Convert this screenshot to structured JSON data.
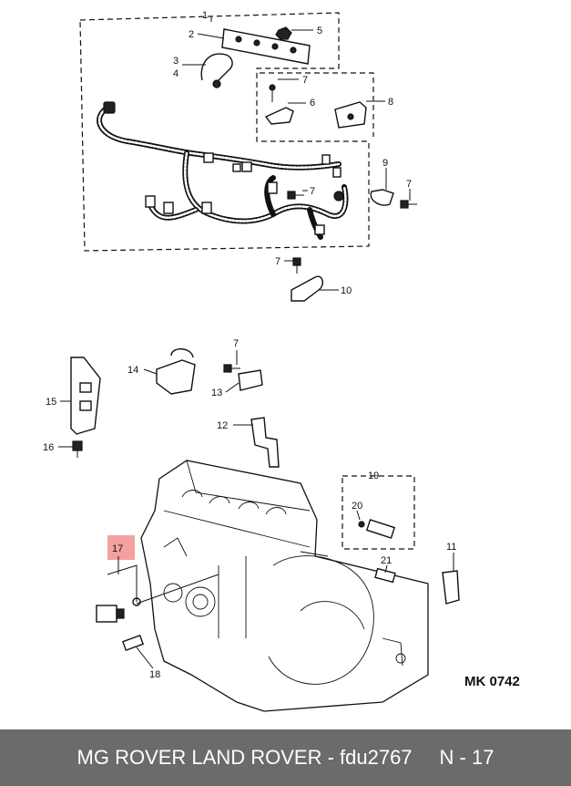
{
  "diagram": {
    "callouts": {
      "c1": "1",
      "c2": "2",
      "c3": "3",
      "c4": "4",
      "c5": "5",
      "c6": "6",
      "c7a": "7",
      "c7b": "7",
      "c7c": "7",
      "c7d": "7",
      "c7e": "7",
      "c8": "8",
      "c9": "9",
      "c10": "10",
      "c11": "11",
      "c12": "12",
      "c13": "13",
      "c14": "14",
      "c15": "15",
      "c16": "16",
      "c17": "17",
      "c18": "18",
      "c19": "19",
      "c20": "20",
      "c21": "21"
    },
    "reference": "MK 0742",
    "highlight_color": "#f4a0a0"
  },
  "footer": {
    "title": "MG ROVER LAND ROVER - fdu2767",
    "page": "N - 17",
    "background": "#6b6b6b"
  }
}
